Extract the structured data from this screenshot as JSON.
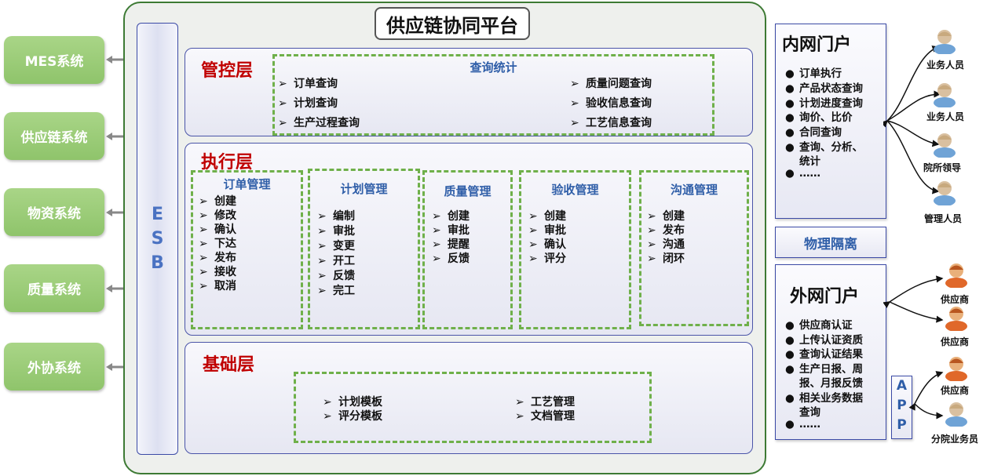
{
  "platform_title": "供应链协同平台",
  "external_systems": [
    "MES系统",
    "供应链系统",
    "物资系统",
    "质量系统",
    "外协系统"
  ],
  "esb": [
    "E",
    "S",
    "B"
  ],
  "control_layer": {
    "title": "管控层",
    "group_title": "查询统计",
    "left_items": [
      "订单查询",
      "计划查询",
      "生产过程查询"
    ],
    "right_items": [
      "质量问题查询",
      "验收信息查询",
      "工艺信息查询"
    ]
  },
  "exec_layer": {
    "title": "执行层",
    "groups": [
      {
        "title": "订单管理",
        "items": [
          "创建",
          "修改",
          "确认",
          "下达",
          "发布",
          "接收",
          "取消"
        ]
      },
      {
        "title": "计划管理",
        "items": [
          "编制",
          "审批",
          "变更",
          "开工",
          "反馈",
          "完工"
        ]
      },
      {
        "title": "质量管理",
        "items": [
          "创建",
          "审批",
          "提醒",
          "反馈"
        ]
      },
      {
        "title": "验收管理",
        "items": [
          "创建",
          "审批",
          "确认",
          "评分"
        ]
      },
      {
        "title": "沟通管理",
        "items": [
          "创建",
          "发布",
          "沟通",
          "闭环"
        ]
      }
    ]
  },
  "base_layer": {
    "title": "基础层",
    "left_items": [
      "计划模板",
      "评分模板"
    ],
    "right_items": [
      "工艺管理",
      "文档管理"
    ]
  },
  "intranet": {
    "title": "内网门户",
    "items": [
      "订单执行",
      "产品状态查询",
      "计划进度查询",
      "询价、比价",
      "合同查询",
      "查询、分析、",
      "统计",
      "……"
    ],
    "users": [
      "业务人员",
      "业务人员",
      "院所领导",
      "管理人员"
    ]
  },
  "isolation": "物理隔离",
  "extranet": {
    "title": "外网门户",
    "items": [
      "供应商认证",
      "上传认证资质",
      "查询认证结果",
      "生产日报、周",
      "报、月报反馈",
      "相关业务数据",
      "查询",
      "……"
    ],
    "users": [
      "供应商",
      "供应商",
      "供应商",
      "分院业务员"
    ]
  },
  "app": [
    "A",
    "P",
    "P"
  ],
  "bullet_char": "●",
  "arrow_char": "➢",
  "colors": {
    "layer_title": "#c00000",
    "group_title": "#2f5ea8",
    "system_green": "#8fc46b",
    "dash_green": "#6fb04a",
    "border_blue": "#3b4aa6"
  }
}
